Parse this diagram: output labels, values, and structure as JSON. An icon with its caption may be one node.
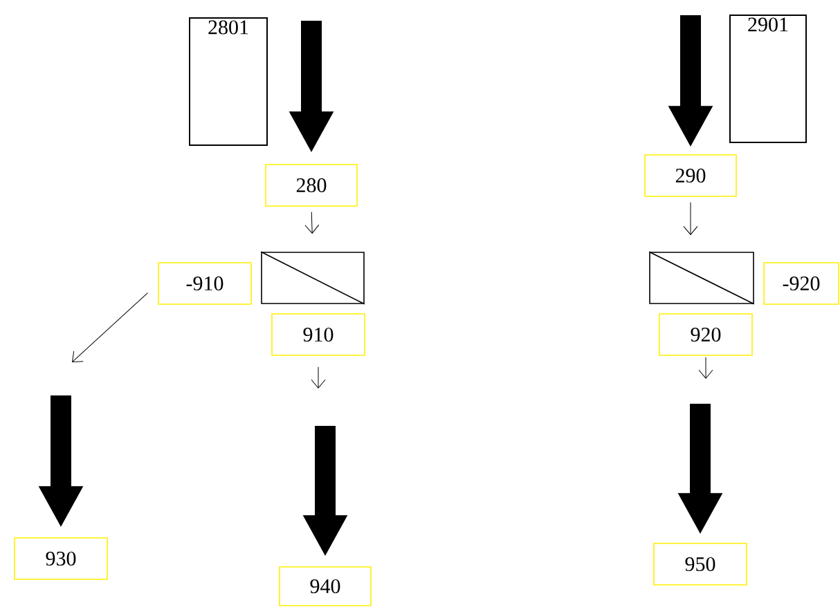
{
  "diagram": {
    "nodes": [
      {
        "text": [
          "2801"
        ]
      },
      {
        "text": [
          "280"
        ]
      },
      {
        "text": [],
        "shape": "box"
      },
      {
        "text": [
          "-910"
        ]
      },
      {
        "text": [
          "910"
        ]
      },
      {
        "text": [
          "930"
        ]
      },
      {
        "text": [
          "940"
        ]
      },
      {
        "text": [
          "2901"
        ]
      },
      {
        "text": [
          "290"
        ]
      },
      {
        "text": [],
        "shape": "box"
      },
      {
        "text": [
          "-920"
        ]
      },
      {
        "text": [
          "920"
        ]
      },
      {
        "text": [
          "950"
        ]
      }
    ],
    "edges": [
      {
        "from": null,
        "to": 1,
        "arrow": "to",
        "style": "thick"
      },
      {
        "from": 1,
        "to": 2,
        "arrow": "to"
      },
      {
        "from": 3,
        "to": null,
        "arrow": "to"
      },
      {
        "from": null,
        "to": 5,
        "arrow": "to",
        "style": "thick"
      },
      {
        "from": 4,
        "to": null,
        "arrow": "to"
      },
      {
        "from": null,
        "to": 6,
        "arrow": "to",
        "style": "thick"
      },
      {
        "from": null,
        "to": 8,
        "arrow": "to",
        "style": "thick"
      },
      {
        "from": 8,
        "to": 9,
        "arrow": "to"
      },
      {
        "from": 11,
        "to": null,
        "arrow": "to"
      },
      {
        "from": null,
        "to": 12,
        "arrow": "to",
        "style": "thick"
      }
    ]
  }
}
